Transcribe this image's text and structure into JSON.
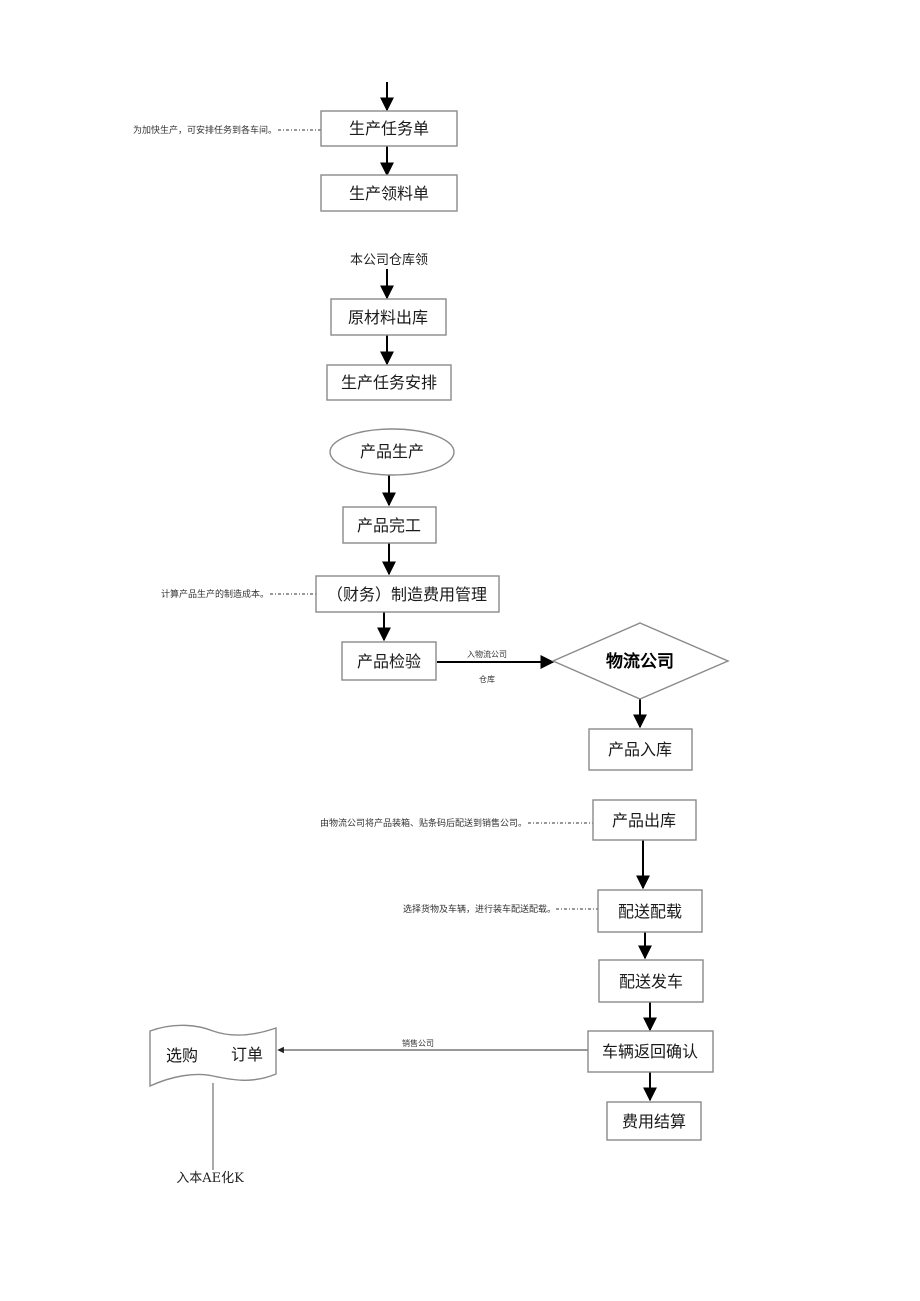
{
  "nodes": {
    "production_task_order": "生产任务单",
    "production_material_order": "生产领料单",
    "raw_material_outbound": "原材料出库",
    "production_task_schedule": "生产任务安排",
    "product_production": "产品生产",
    "product_completion": "产品完工",
    "manufacturing_cost_management": "（财务）制造费用管理",
    "product_inspection": "产品检验",
    "logistics_company": "物流公司",
    "product_inbound": "产品入库",
    "product_outbound": "产品出库",
    "delivery_loading": "配送配载",
    "delivery_dispatch": "配送发车",
    "vehicle_return_confirm": "车辆返回确认",
    "cost_settlement": "费用结算",
    "purchase_order_left": "选购",
    "purchase_order_right": "订单"
  },
  "notes": {
    "speed_up_production": "为加快生产，可安排任务到各车间。",
    "calculate_cost": "计算产品生产的制造成本。",
    "packing_delivery": "由物流公司将产品装箱、贴条码后配送到销售公司。",
    "select_goods_vehicle": "选择货物及车辆，进行装车配送配载。"
  },
  "edge_labels": {
    "company_warehouse": "本公司仓库领",
    "into_logistics_line1": "入物流公司",
    "into_logistics_line2": "仓库",
    "sales_company": "销售公司",
    "bottom_fragment": "入本AE化K"
  }
}
